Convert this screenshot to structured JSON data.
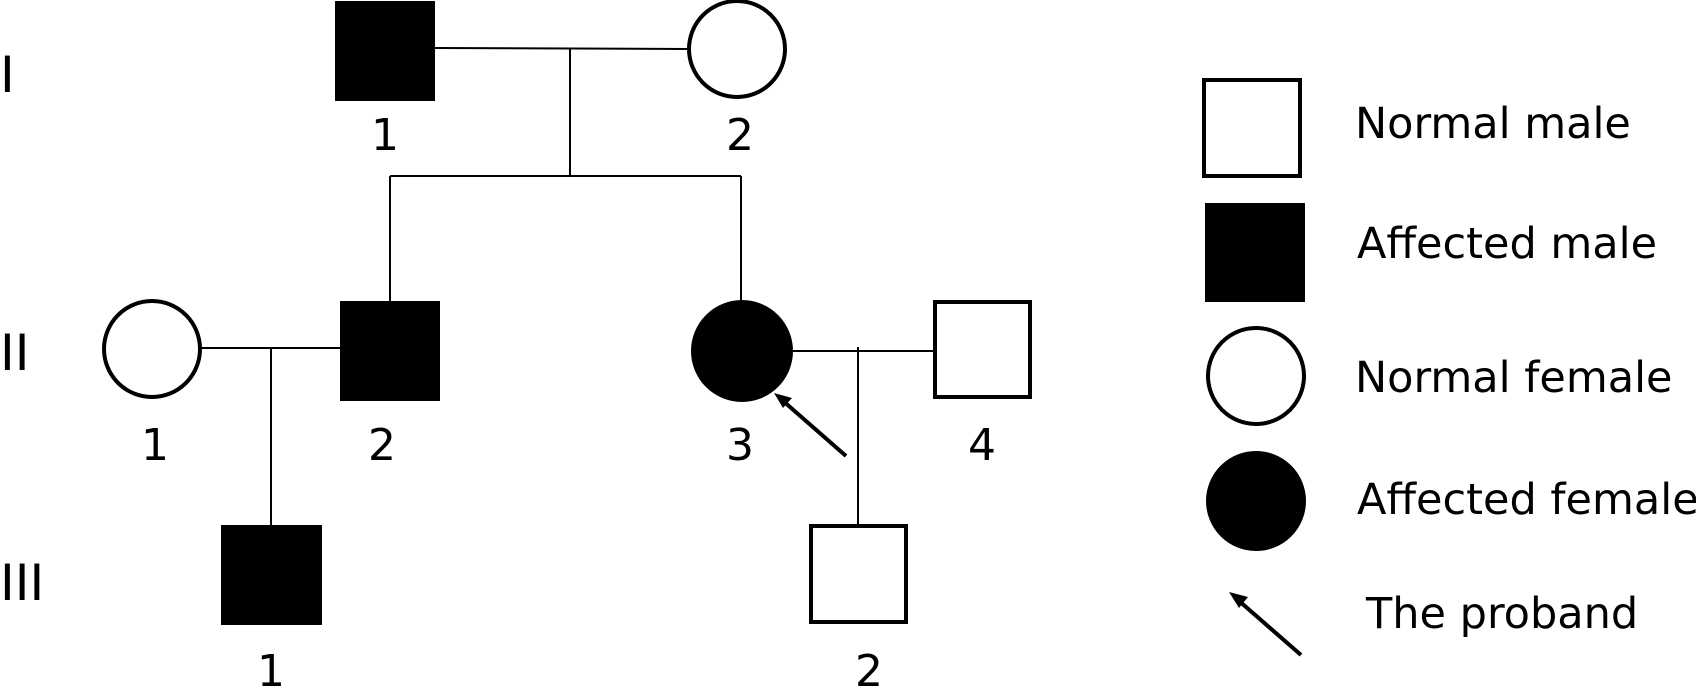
{
  "generations": [
    "I",
    "II",
    "III"
  ],
  "individuals": {
    "I_1": {
      "number": "1",
      "sex": "male",
      "affected": true
    },
    "I_2": {
      "number": "2",
      "sex": "female",
      "affected": false
    },
    "II_1": {
      "number": "1",
      "sex": "female",
      "affected": false
    },
    "II_2": {
      "number": "2",
      "sex": "male",
      "affected": true
    },
    "II_3": {
      "number": "3",
      "sex": "female",
      "affected": true,
      "proband": true
    },
    "II_4": {
      "number": "4",
      "sex": "male",
      "affected": false
    },
    "III_1": {
      "number": "1",
      "sex": "male",
      "affected": true
    },
    "III_2": {
      "number": "2",
      "sex": "male",
      "affected": false
    }
  },
  "legend": {
    "normal_male": "Normal male",
    "affected_male": "Affected male",
    "normal_female": "Normal female",
    "affected_female": "Affected female",
    "proband": "The proband"
  },
  "colors": {
    "ink": "#000000",
    "background": "#ffffff"
  }
}
